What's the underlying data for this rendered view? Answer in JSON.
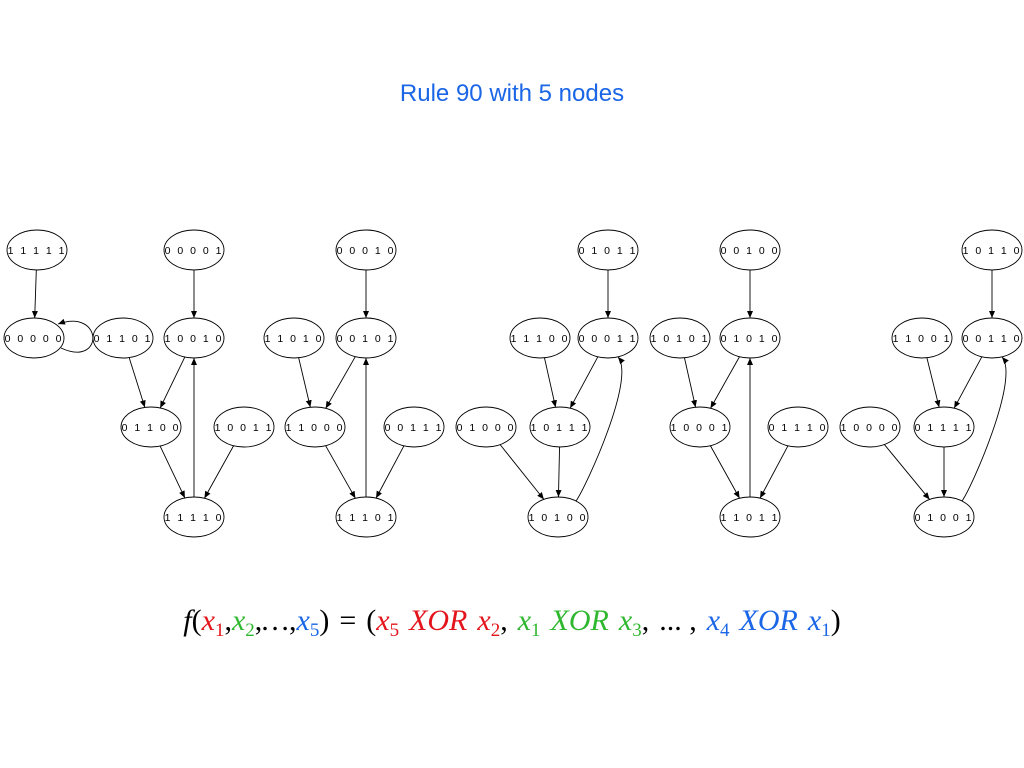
{
  "title": "Rule 90 with 5 nodes",
  "colors": {
    "title": "#1a66e6",
    "red": "#e3141b",
    "green": "#2fb82f",
    "blue": "#1a66e6",
    "ink": "#000000"
  },
  "nodes": [
    {
      "id": "n11111",
      "label": "1 1 1 1 1"
    },
    {
      "id": "n00000",
      "label": "0 0 0 0 0"
    },
    {
      "id": "n00001",
      "label": "0 0 0 0 1"
    },
    {
      "id": "n01101",
      "label": "0 1 1 0 1"
    },
    {
      "id": "n10010",
      "label": "1 0 0 1 0"
    },
    {
      "id": "n01100",
      "label": "0 1 1 0 0"
    },
    {
      "id": "n10011",
      "label": "1 0 0 1 1"
    },
    {
      "id": "n11110",
      "label": "1 1 1 1 0"
    },
    {
      "id": "n00010",
      "label": "0 0 0 1 0"
    },
    {
      "id": "n11010",
      "label": "1 1 0 1 0"
    },
    {
      "id": "n00101",
      "label": "0 0 1 0 1"
    },
    {
      "id": "n11000",
      "label": "1 1 0 0 0"
    },
    {
      "id": "n00111",
      "label": "0 0 1 1 1"
    },
    {
      "id": "n11101",
      "label": "1 1 1 0 1"
    },
    {
      "id": "n01011",
      "label": "0 1 0 1 1"
    },
    {
      "id": "n11100",
      "label": "1 1 1 0 0"
    },
    {
      "id": "n00011",
      "label": "0 0 0 1 1"
    },
    {
      "id": "n01000",
      "label": "0 1 0 0 0"
    },
    {
      "id": "n10111",
      "label": "1 0 1 1 1"
    },
    {
      "id": "n10100",
      "label": "1 0 1 0 0"
    },
    {
      "id": "n00100",
      "label": "0 0 1 0 0"
    },
    {
      "id": "n10101",
      "label": "1 0 1 0 1"
    },
    {
      "id": "n01010",
      "label": "0 1 0 1 0"
    },
    {
      "id": "n10001",
      "label": "1 0 0 0 1"
    },
    {
      "id": "n01110",
      "label": "0 1 1 1 0"
    },
    {
      "id": "n11011",
      "label": "1 1 0 1 1"
    },
    {
      "id": "n10110",
      "label": "1 0 1 1 0"
    },
    {
      "id": "n11001",
      "label": "1 1 0 0 1"
    },
    {
      "id": "n00110",
      "label": "0 0 1 1 0"
    },
    {
      "id": "n10000",
      "label": "1 0 0 0 0"
    },
    {
      "id": "n01111",
      "label": "0 1 1 1 1"
    },
    {
      "id": "n01001",
      "label": "0 1 0 0 1"
    }
  ],
  "edges": [
    [
      "n11111",
      "n00000"
    ],
    [
      "n00000",
      "n00000"
    ],
    [
      "n00001",
      "n10010"
    ],
    [
      "n01101",
      "n01100"
    ],
    [
      "n10010",
      "n01100"
    ],
    [
      "n01100",
      "n11110"
    ],
    [
      "n10011",
      "n11110"
    ],
    [
      "n11110",
      "n10010"
    ],
    [
      "n00010",
      "n00101"
    ],
    [
      "n11010",
      "n11000"
    ],
    [
      "n00101",
      "n11000"
    ],
    [
      "n11000",
      "n11101"
    ],
    [
      "n00111",
      "n11101"
    ],
    [
      "n11101",
      "n00101"
    ],
    [
      "n01011",
      "n00011"
    ],
    [
      "n11100",
      "n10111"
    ],
    [
      "n00011",
      "n10111"
    ],
    [
      "n10111",
      "n10100"
    ],
    [
      "n01000",
      "n10100"
    ],
    [
      "n10100",
      "n00011"
    ],
    [
      "n00100",
      "n01010"
    ],
    [
      "n10101",
      "n10001"
    ],
    [
      "n01010",
      "n10001"
    ],
    [
      "n10001",
      "n11011"
    ],
    [
      "n01110",
      "n11011"
    ],
    [
      "n11011",
      "n01010"
    ],
    [
      "n10110",
      "n00110"
    ],
    [
      "n11001",
      "n01111"
    ],
    [
      "n00110",
      "n01111"
    ],
    [
      "n01111",
      "n01001"
    ],
    [
      "n10000",
      "n01001"
    ],
    [
      "n01001",
      "n00110"
    ]
  ],
  "formula": {
    "f": "f",
    "open": "(",
    "args": [
      {
        "text": "x",
        "sub": "1",
        "color": "red"
      },
      {
        "text": "x",
        "sub": "2",
        "color": "green"
      },
      {
        "text": "…",
        "sub": "",
        "color": "ink"
      },
      {
        "text": "x",
        "sub": "5",
        "color": "blue"
      }
    ],
    "comma": ",",
    "close": ")",
    "equals": "=",
    "terms": [
      {
        "a": "x",
        "a_sub": "5",
        "op": "XOR",
        "b": "x",
        "b_sub": "2",
        "color": "red"
      },
      {
        "a": "x",
        "a_sub": "1",
        "op": "XOR",
        "b": "x",
        "b_sub": "3",
        "color": "green"
      },
      {
        "a": "x",
        "a_sub": "4",
        "op": "XOR",
        "b": "x",
        "b_sub": "1",
        "color": "blue"
      }
    ],
    "ellipsis": "... ,"
  }
}
